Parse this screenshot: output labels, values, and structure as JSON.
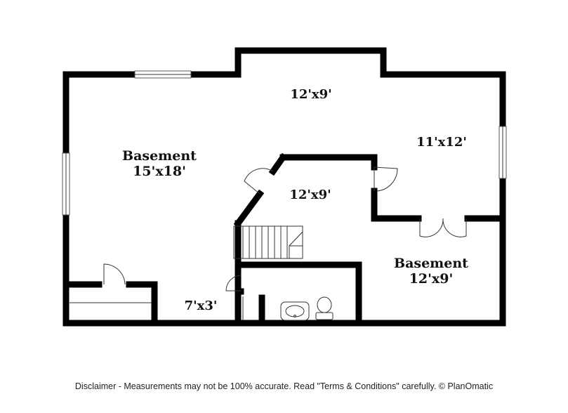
{
  "rooms": {
    "basement_main": {
      "name": "Basement",
      "size": "15'x18'"
    },
    "top_room": {
      "size": "12'x9'"
    },
    "right_room": {
      "size": "11'x12'"
    },
    "center_room": {
      "size": "12'x9'"
    },
    "basement_right": {
      "name": "Basement",
      "size": "12'x9'"
    },
    "closet": {
      "size": "7'x3'"
    }
  },
  "disclaimer": "Disclaimer - Measurements may not be 100% accurate. Read \"Terms & Conditions\" carefully. © PlanOmatic"
}
